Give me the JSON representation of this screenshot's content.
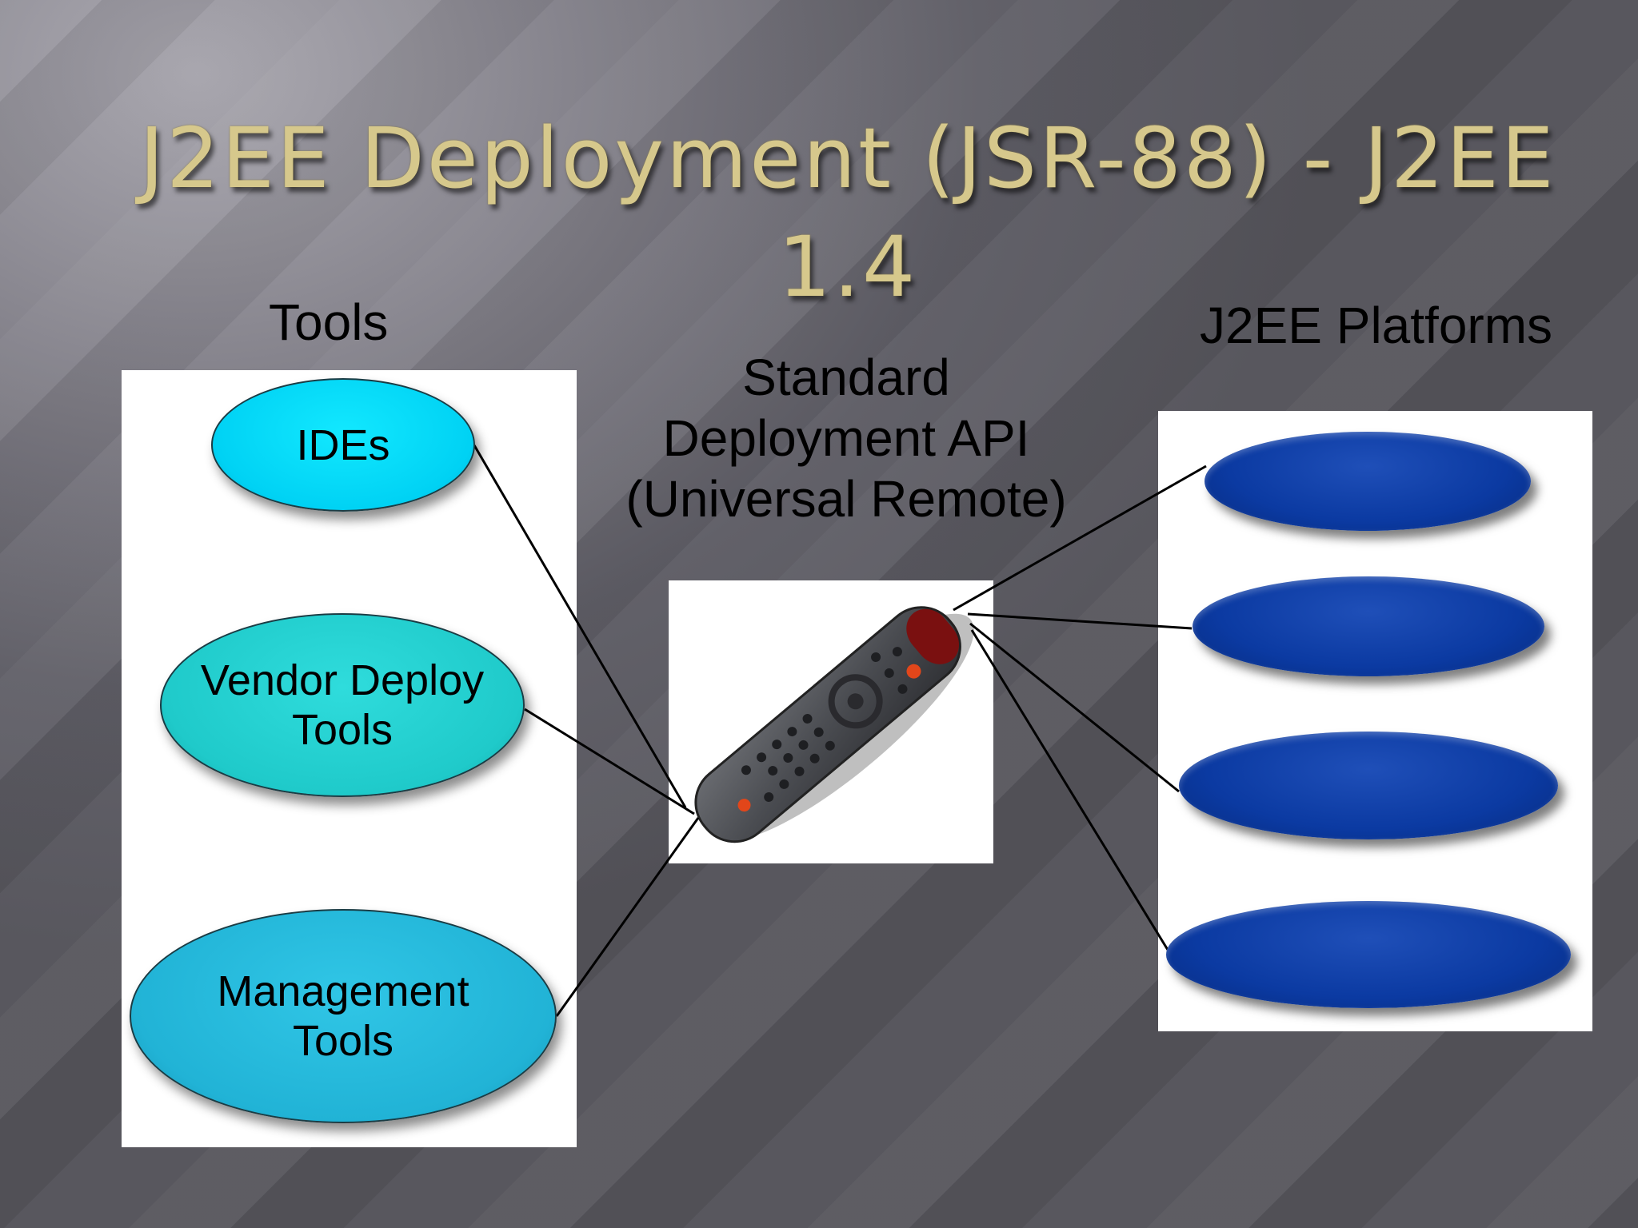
{
  "slide": {
    "title_line1": "J2EE Deployment (JSR-88) - J2EE",
    "title_line2": "1.4"
  },
  "tools": {
    "heading": "Tools",
    "items": [
      {
        "line1": "IDEs",
        "line2": ""
      },
      {
        "line1": "Vendor Deploy",
        "line2": "Tools"
      },
      {
        "line1": "Management",
        "line2": "Tools"
      }
    ],
    "colors": [
      "#00d2f4",
      "#1fcaca",
      "#21b3d6"
    ]
  },
  "api": {
    "line1": "Standard",
    "line2": "Deployment API",
    "line3": "(Universal Remote)",
    "image": "universal-remote-control"
  },
  "platforms": {
    "heading": "J2EE Platforms",
    "count": 4,
    "color": "#0b3aa2"
  }
}
